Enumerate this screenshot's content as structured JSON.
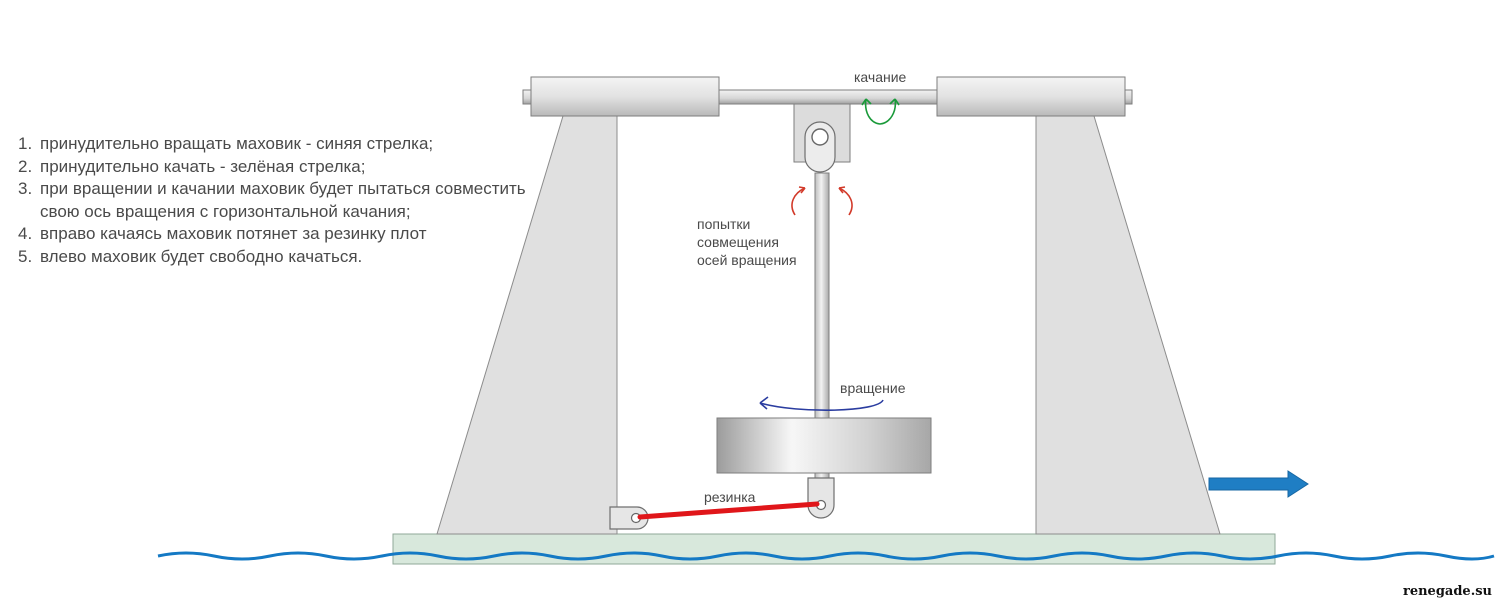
{
  "notes": [
    {
      "num": "1.",
      "text": "принудительно вращать маховик - синяя стрелка;"
    },
    {
      "num": "2.",
      "text": "принудительно качать - зелёная стрелка;"
    },
    {
      "num": "3.",
      "text": "при вращении и качании маховик будет пытаться совместить свою ось вращения с горизонтальной качания;"
    },
    {
      "num": "4.",
      "text": "вправо качаясь маховик потянет за резинку плот"
    },
    {
      "num": "5.",
      "text": "влево маховик будет свободно качаться."
    }
  ],
  "labels": {
    "swing": "качание",
    "alignment_line1": "попытки",
    "alignment_line2": "совмещения",
    "alignment_line3": "осей вращения",
    "rotation": "вращение",
    "rubber_band": "резинка"
  },
  "watermark": "renegade.su",
  "colors": {
    "rotation_arrow": "#2b3da0",
    "swing_arrow": "#1a9a3a",
    "alignment_arrow": "#d23a2a",
    "rubber_band": "#e0161a",
    "motion_arrow": "#1f7ec4",
    "water": "#1479c4",
    "raft": "#d8e8dc",
    "frame": "#e0e0e0"
  }
}
